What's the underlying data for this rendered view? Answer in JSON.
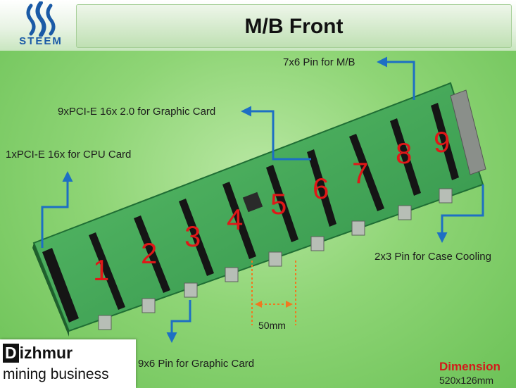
{
  "header": {
    "title": "M/B Front"
  },
  "logo": {
    "text": "STEEM",
    "icon": "steem-logo-icon",
    "color": "#1a5aa6"
  },
  "labels": {
    "mb_connector": "7x6 Pin for M/B",
    "pcie_slots": "9xPCI-E 16x 2.0 for Graphic Card",
    "cpu_slot": "1xPCI-E 16x for CPU Card",
    "case_cooling": "2x3 Pin for Case Cooling",
    "gpu_power": "9x6 Pin for Graphic Card",
    "spacing": "50mm"
  },
  "slot_numbers": [
    "1",
    "2",
    "3",
    "4",
    "5",
    "6",
    "7",
    "8",
    "9"
  ],
  "brand": {
    "name_initial": "D",
    "name_rest": "izhmur",
    "subtitle": "mining business"
  },
  "dimension": {
    "title": "Dimension",
    "value": "520x126mm"
  },
  "colors": {
    "arrow": "#1d6fc4",
    "slot_number": "#e01818",
    "board": "#3fa55a",
    "dim_title": "#d21a1a",
    "spacing_marker": "#f07820"
  }
}
